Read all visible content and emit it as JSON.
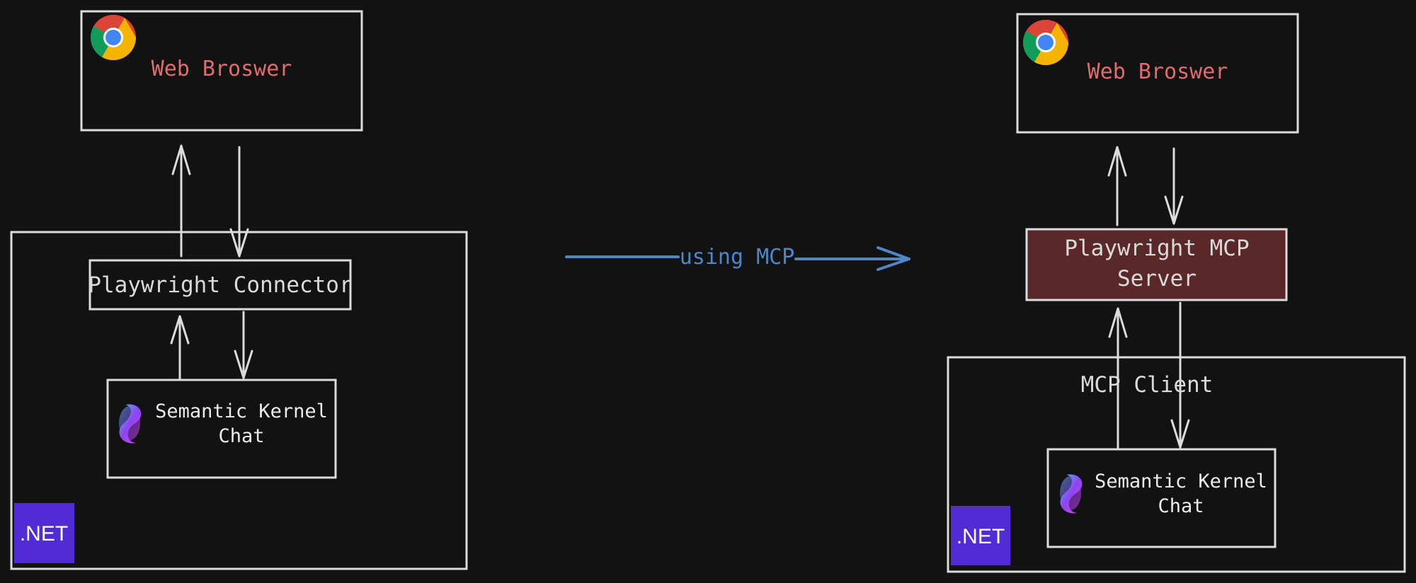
{
  "colors": {
    "background": "#121212",
    "stroke": "#dcdcdc",
    "browser_label": "#e06c6c",
    "mcp_arrow": "#4f86c6",
    "mcp_server_fill": "#5a2828",
    "net_badge": "#512bd4"
  },
  "left": {
    "browser_label": "Web Broswer",
    "connector_label": "Playwright Connector",
    "sk_line1": "Semantic Kernel",
    "sk_line2": "Chat",
    "net_badge": ".NET"
  },
  "middle": {
    "arrow_label": "using MCP"
  },
  "right": {
    "browser_label": "Web Broswer",
    "server_line1": "Playwright MCP",
    "server_line2": "Server",
    "client_label": "MCP Client",
    "sk_line1": "Semantic Kernel",
    "sk_line2": "Chat",
    "net_badge": ".NET"
  }
}
